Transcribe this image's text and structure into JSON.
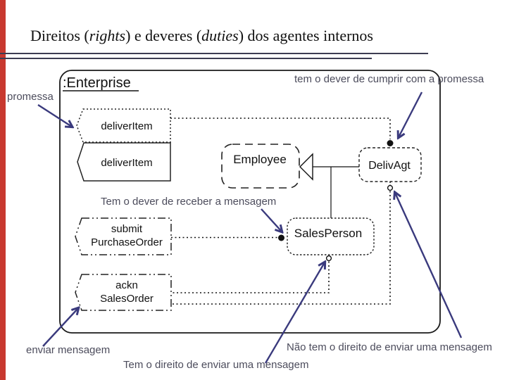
{
  "slide": {
    "title": {
      "p1": "Direitos (",
      "p2": "rights",
      "p3": ") e deveres (",
      "p4": "duties",
      "p5": ") dos agentes internos"
    }
  },
  "colors": {
    "accent_bar": "#c8392f",
    "title_rule": "#3d3d52",
    "arrow": "#3a3a7d",
    "annotation_text": "#4c4c5c",
    "diagram_ink": "#111111"
  },
  "diagram": {
    "enterprise_label": ":Enterprise",
    "boxes": {
      "deliver_item_1": "deliverItem",
      "deliver_item_2": "deliverItem",
      "submit_line1": "submit",
      "submit_line2": "PurchaseOrder",
      "ackn_line1": "ackn",
      "ackn_line2": "SalesOrder",
      "employee": "Employee",
      "deliv_agt": "DelivAgt",
      "sales_person": "SalesPerson"
    }
  },
  "annotations": {
    "promessa": "promessa",
    "cumprir": "tem o dever de cumprir com a promessa",
    "receber": "Tem o dever de receber a mensagem",
    "enviar": "enviar mensagem",
    "nao_direito": "Não tem o direito de enviar uma mensagem",
    "direito": "Tem o direito de enviar uma mensagem"
  }
}
